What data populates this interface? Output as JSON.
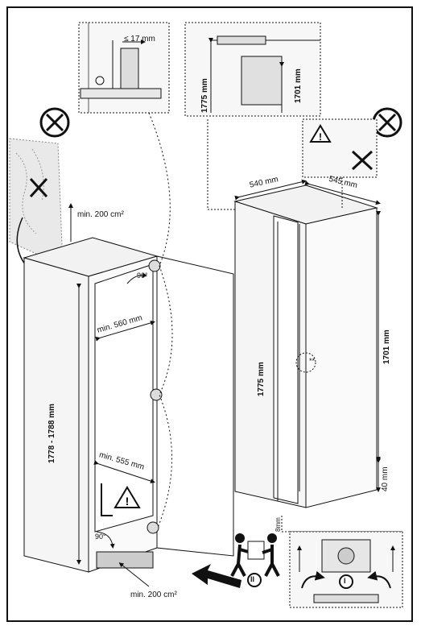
{
  "labels": {
    "gap_max": "≤ 17 mm",
    "top_height": "1775 mm",
    "top_height_inner": "1701 mm",
    "vent_top": "min. 200 cm²",
    "width_540": "540 mm",
    "depth_545": "545 mm",
    "angle_top": "90°",
    "niche_width": "min. 560 mm",
    "niche_height": "1778 - 1788 mm",
    "depth_min": "min. 555 mm",
    "angle_bottom": "90°",
    "vent_bottom": "min. 200 cm²",
    "appliance_height": "1775 mm",
    "door_height": "1701 mm",
    "bottom_gap": "40 mm",
    "side_gap": "8mm",
    "hinge_mark": "**",
    "step_two": "II",
    "step_one": "I"
  },
  "icons": [
    "prohibited-icon",
    "warning-icon",
    "arrow-icon",
    "people-carrying-icon"
  ],
  "colors": {
    "line": "#111111",
    "panel": "#f2f2f2",
    "wood": "#e9e9e9"
  }
}
